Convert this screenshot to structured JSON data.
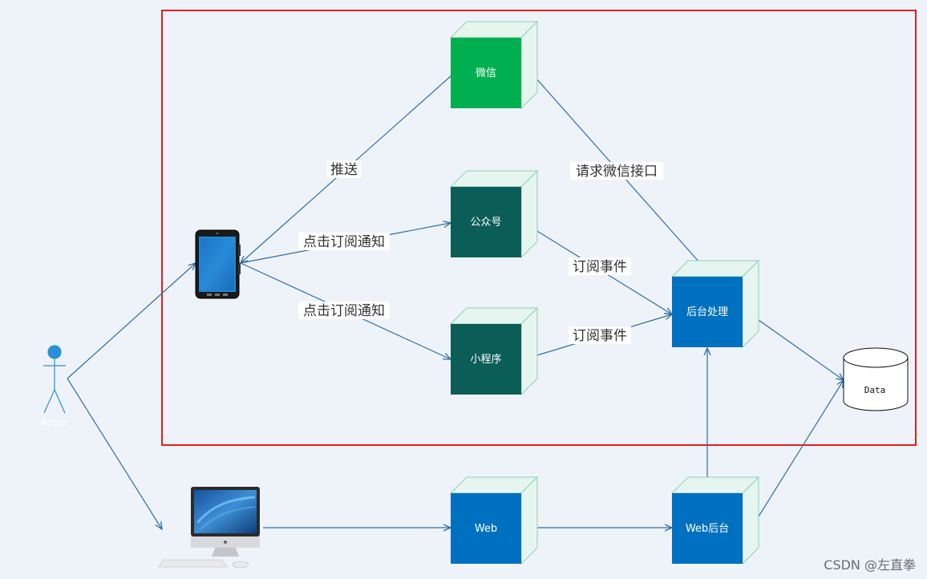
{
  "nodes": {
    "wechat": {
      "label": "微信",
      "color": "#00b050"
    },
    "official_account": {
      "label": "公众号",
      "color": "#0b5e57"
    },
    "mini_program": {
      "label": "小程序",
      "color": "#0b5e57"
    },
    "backend": {
      "label": "后台处理",
      "color": "#0070c0"
    },
    "web": {
      "label": "Web",
      "color": "#0070c0"
    },
    "web_backend": {
      "label": "Web后台",
      "color": "#0070c0"
    },
    "data": {
      "label": "Data"
    },
    "actor": {
      "label": "Actor"
    }
  },
  "edges": {
    "push": "推送",
    "click_subscribe_1": "点击订阅通知",
    "click_subscribe_2": "点击订阅通知",
    "subscribe_event_1": "订阅事件",
    "subscribe_event_2": "订阅事件",
    "request_wechat_api": "请求微信接口"
  },
  "colors": {
    "boundary": "#e81c1c",
    "arrow": "#2e6da4",
    "cube_side": "#e6f5ef",
    "cube_edge": "#8fd0b4",
    "actor": "#2a8fd8"
  },
  "watermark": "CSDN @左直拳"
}
